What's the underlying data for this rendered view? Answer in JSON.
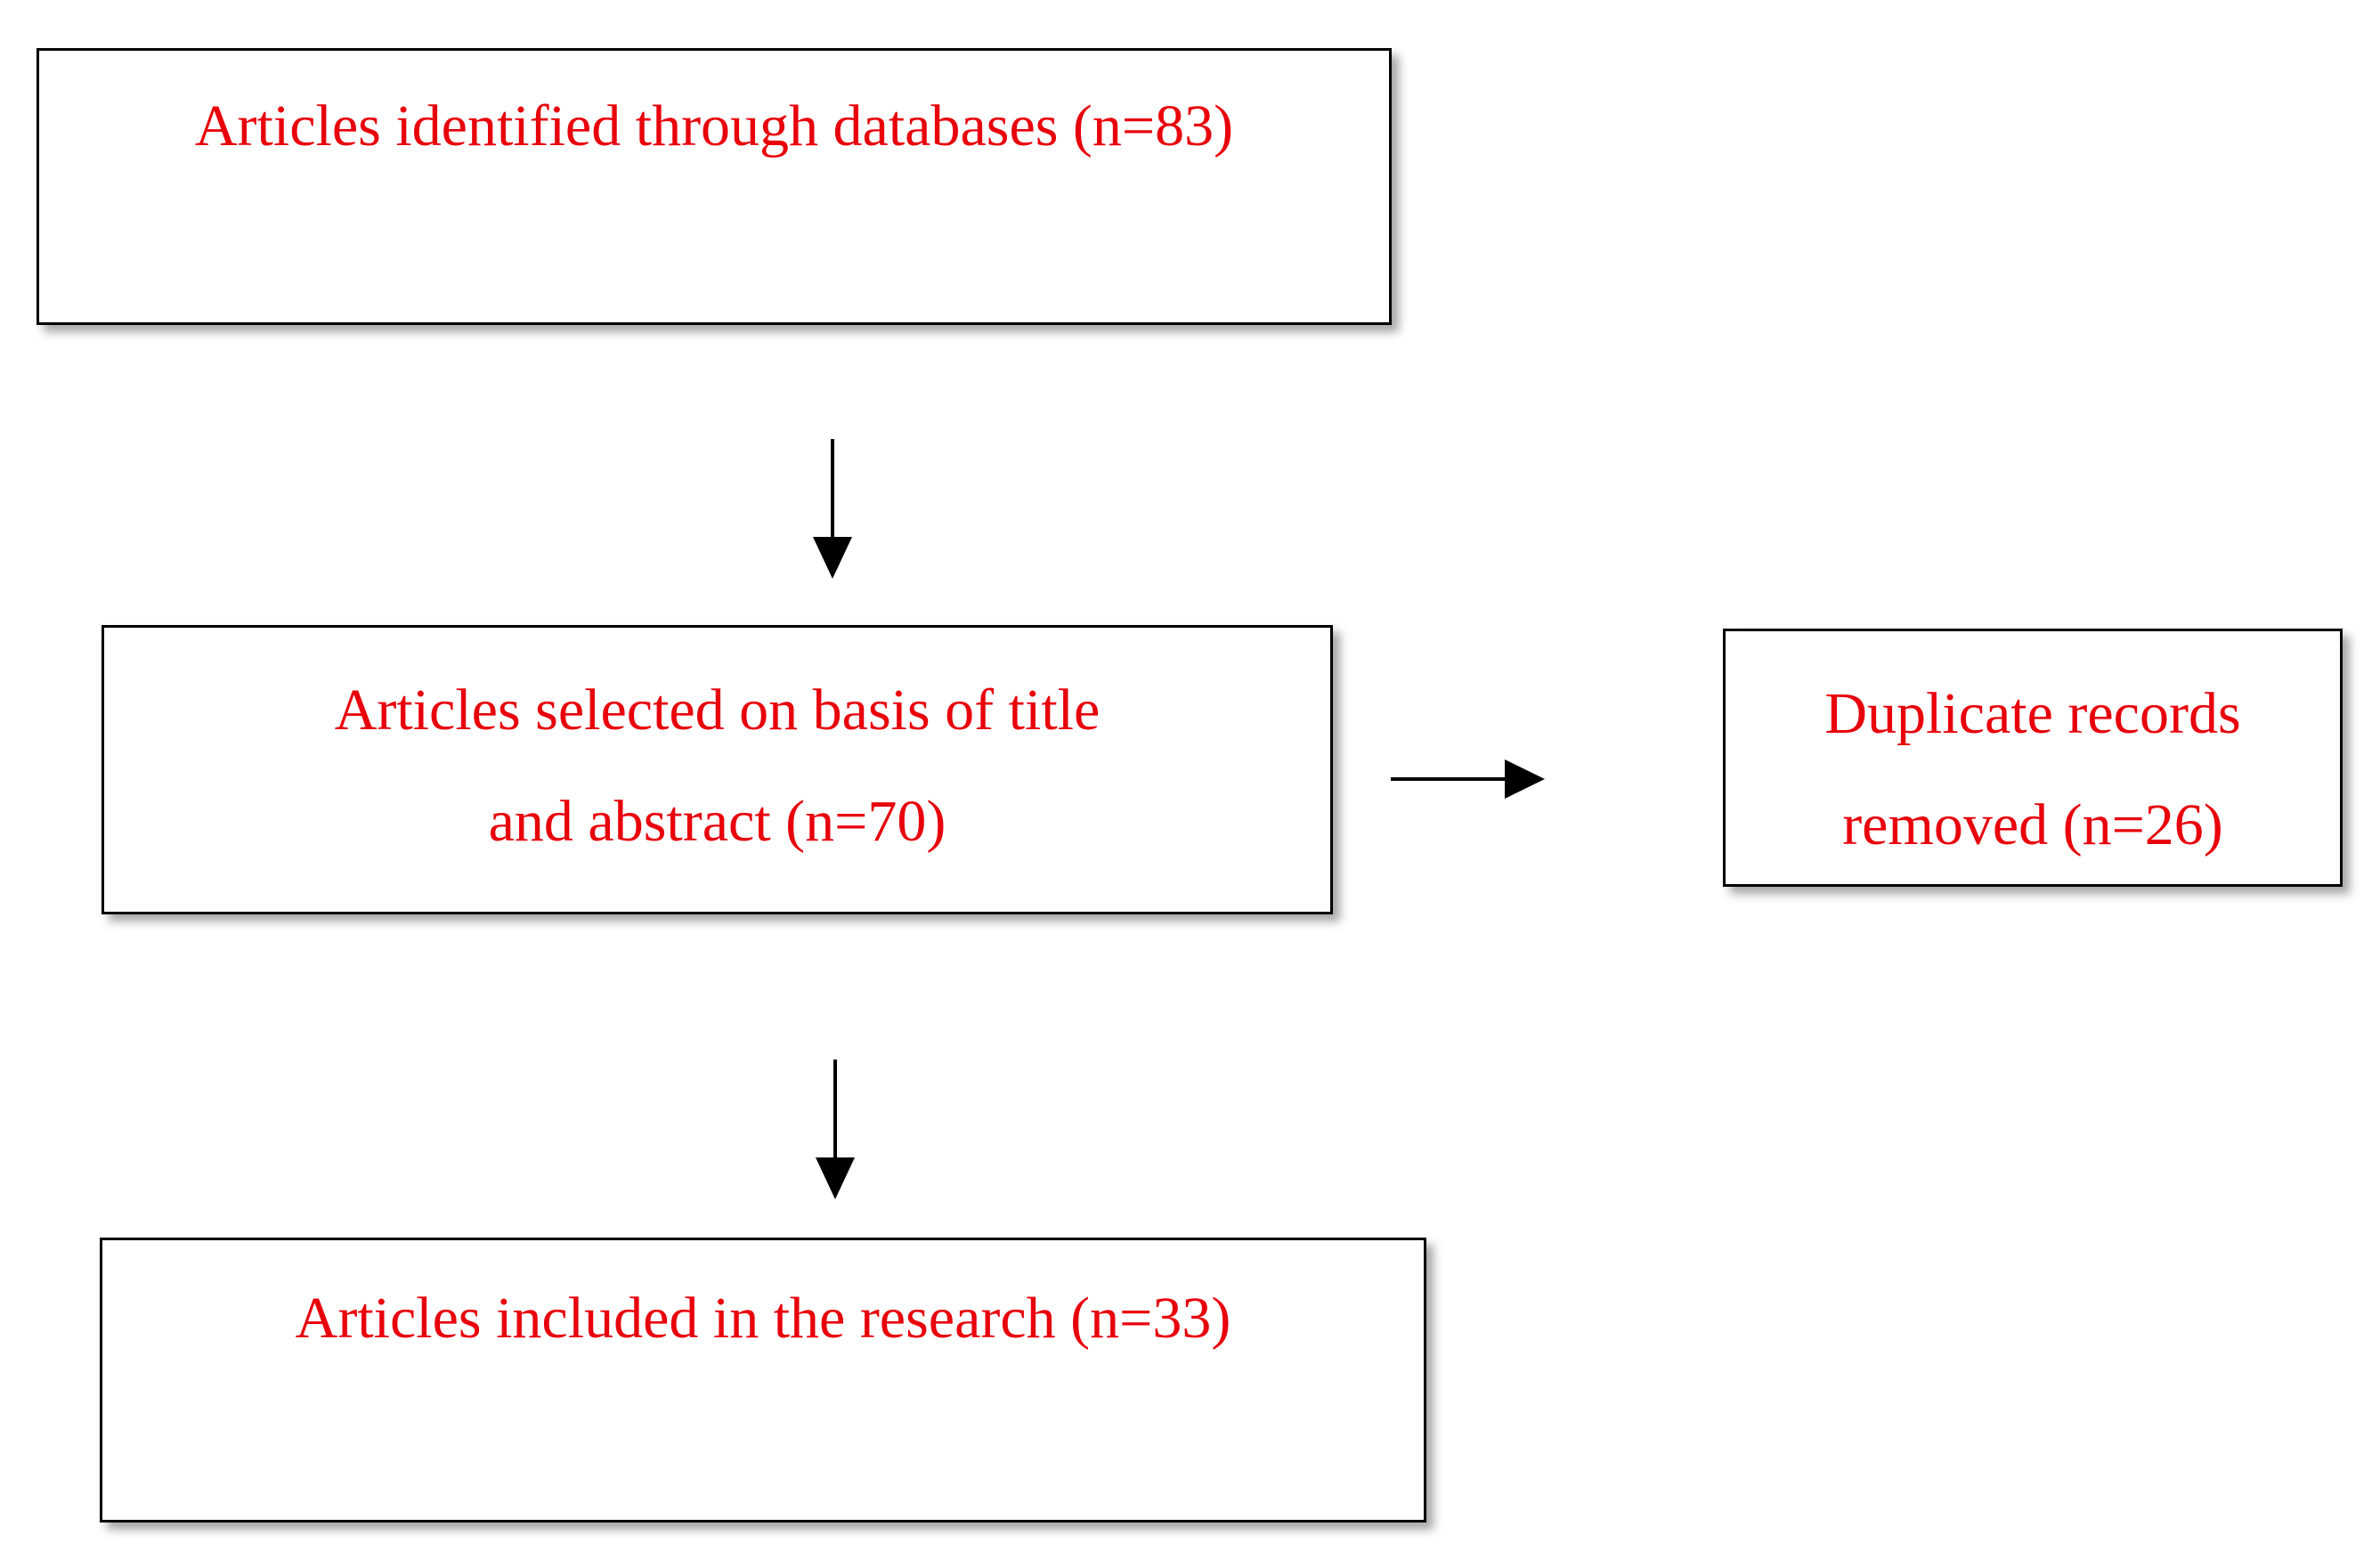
{
  "diagram": {
    "colors": {
      "text": "#e8000b",
      "border": "#000000",
      "arrow": "#000000",
      "background": "#ffffff"
    },
    "boxes": {
      "identified": {
        "lines": [
          "Articles identified through databases (n=83)"
        ]
      },
      "selected": {
        "lines": [
          "Articles selected on basis of title",
          "and abstract (n=70)"
        ]
      },
      "duplicates": {
        "lines": [
          "Duplicate records",
          "removed (n=26)"
        ]
      },
      "included": {
        "lines": [
          "Articles included in the research (n=33)"
        ]
      }
    }
  }
}
